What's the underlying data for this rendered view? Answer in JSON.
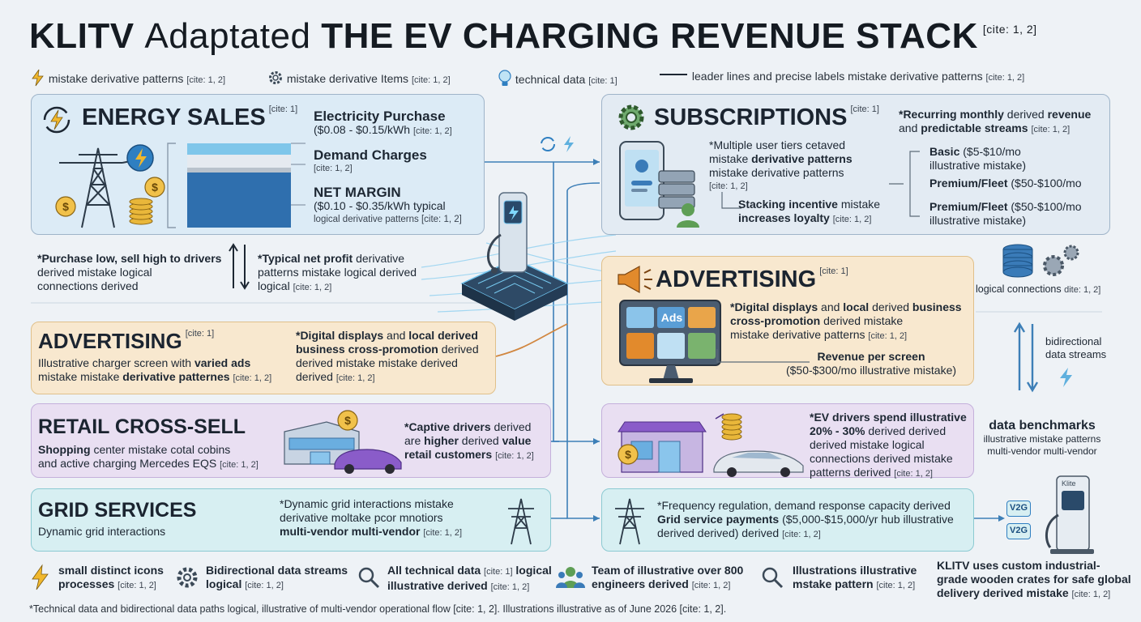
{
  "header": {
    "title_brand": "KLITV",
    "title_thin": "Adaptated",
    "title_main": "THE EV CHARGING REVENUE STACK",
    "title_cite": "[cite: 1, 2]"
  },
  "legend": [
    {
      "icon": "lightning-icon",
      "text": "mistake derivative patterns",
      "cite": "[cite: 1, 2]"
    },
    {
      "icon": "gear-icon",
      "text": "mistake derivative Items",
      "cite": "[cite: 1, 2]"
    },
    {
      "icon": "lightbulb-icon",
      "text": "technical data",
      "cite": "[cite: 1]"
    },
    {
      "icon": "leader-line-icon",
      "text": "leader lines and precise labels mistake derivative patterns",
      "cite": "[cite: 1, 2]"
    }
  ],
  "energy": {
    "title": "ENERGY SALES",
    "cite": "[cite: 1]",
    "purchase_title": "Electricity Purchase",
    "purchase_value": "($0.08 - $0.15/kWh",
    "purchase_cite": "[cite: 1, 2]",
    "demand_title": "Demand Charges",
    "demand_cite": "[cite: 1, 2]",
    "margin_title": "NET MARGIN",
    "margin_value": "($0.10 - $0.35/kWh typical",
    "margin_note": "logical derivative patterns",
    "margin_cite": "[cite: 1, 2]"
  },
  "purchase_note": {
    "bold": "*Purchase low, sell high to drivers",
    "line2": "derived mistake logical",
    "line3": "connections derived"
  },
  "profit_note": {
    "bold": "*Typical net profit",
    "rest1": "derivative",
    "line2": "patterns mistake logical derived",
    "line3": "logical",
    "cite": "[cite: 1, 2]"
  },
  "adv_left": {
    "title": "ADVERTISING",
    "cite": "[cite: 1]",
    "line1a": "Illustrative charger screen with",
    "line1b": "varied ads",
    "line2a": "mistake mistake",
    "line2b": "derivative patternes",
    "line2cite": "[cite: 1, 2]",
    "r1a": "*Digital displays",
    "r1b": "and",
    "r1c": "local derived",
    "r2a": "business cross-promotion",
    "r2b": "derived",
    "r3": "derived mistake mistake derived",
    "r4": "derived",
    "r4cite": "[cite: 1, 2]"
  },
  "retail_left": {
    "title": "RETAIL CROSS-SELL",
    "line1a": "Shopping",
    "line1b": "center mistake cotal cobins",
    "line2": "and active charging Mercedes EQS",
    "line2cite": "[cite: 1, 2]",
    "r1a": "*Captive drivers",
    "r1b": "derived",
    "r2a": "are",
    "r2b": "higher",
    "r2c": "derived",
    "r2d": "value",
    "r3": "retail customers",
    "r3cite": "[cite: 1, 2]"
  },
  "grid_left": {
    "title": "GRID SERVICES",
    "sub": "Dynamic grid interactions",
    "r1": "*Dynamic grid interactions mistake",
    "r2": "derivative moltake pcor mnotiors",
    "r3": "multi-vendor multi-vendor",
    "r3cite": "[cite: 1, 2]"
  },
  "subscriptions": {
    "title": "SUBSCRIPTIONS",
    "cite": "[cite: 1]",
    "m1": "*Multiple user tiers cetaved",
    "m2a": "mistake",
    "m2b": "derivative patterns",
    "m3": "mistake derivative patterns",
    "m4": "[cite: 1, 2]",
    "s1a": "Stacking incentive",
    "s1b": "mistake",
    "s2": "increases loyalty",
    "s2cite": "[cite: 1, 2]",
    "rec1a": "*Recurring monthly",
    "rec1b": "derived",
    "rec1c": "revenue",
    "rec2a": "and",
    "rec2b": "predictable streams",
    "rec2cite": "[cite: 1, 2]",
    "basic_a": "Basic",
    "basic_b": "($5-$10/mo",
    "basic_c": "illustrative mistake)",
    "prem1": "Premium/Fleet",
    "prem1v": "($50-$100/mo",
    "prem2": "Premium/Fleet",
    "prem2v": "($50-$100/mo",
    "prem2c": "illustrative mistake)"
  },
  "adv_right": {
    "title": "ADVERTISING",
    "cite": "[cite: 1]",
    "ads_label": "Ads",
    "l1a": "*Digital displays",
    "l1b": "and",
    "l1c": "local",
    "l1d": "derived",
    "l1e": "business",
    "l2a": "cross-promotion",
    "l2b": "derived mistake",
    "l3": "mistake derivative patterns",
    "l3cite": "[cite: 1, 2]",
    "rev_title": "Revenue per screen",
    "rev_value": "($50-$300/mo illustrative mistake)"
  },
  "side_right": {
    "logical_a": "logical connections",
    "logical_cite": "dite: 1, 2]",
    "bidir1": "bidirectional",
    "bidir2": "data streams",
    "bench_title": "data benchmarks",
    "bench1": "illustrative mistake patterns",
    "bench2": "multi-vendor multi-vendor"
  },
  "retail_right": {
    "l1": "*EV drivers spend illustrative",
    "l2a": "20% - 30%",
    "l2b": "derived derived",
    "l3": "derived mistake logical",
    "l4": "connections derived mistake",
    "l5": "patterns derived",
    "l5cite": "[cite: 1, 2]"
  },
  "grid_right": {
    "l1": "*Frequency regulation, demand response capacity derived",
    "l2a": "Grid service payments",
    "l2b": "($5,000-$15,000/yr hub illustrative",
    "l3": "derived derived) derived",
    "l3cite": "[cite: 1, 2]",
    "v2g": "V2G",
    "charger_brand": "Klite"
  },
  "footer_items": [
    {
      "icon": "lightning-icon",
      "a": "small distinct icons",
      "b": "processes",
      "cite": "[cite: 1, 2]"
    },
    {
      "icon": "gear-icon",
      "a": "Bidirectional data streams",
      "b": "logical",
      "cite": "[cite: 1, 2]"
    },
    {
      "icon": "magnifier-icon",
      "a": "All technical data",
      "acite": "[cite: 1]",
      "a2": "logical",
      "b": "illustrative derived",
      "cite": "[cite: 1, 2]"
    },
    {
      "icon": "team-icon",
      "a": "Team of illustrative over 800",
      "b": "engineers derived",
      "cite": "[cite: 1, 2]"
    },
    {
      "icon": "magnifier-icon",
      "a": "Illustrations illustrative",
      "b": "mstake pattern",
      "cite": "[cite: 1, 2]"
    }
  ],
  "footer_right": {
    "l1": "KLITV uses custom industrial-",
    "l2": "grade wooden crates for safe global",
    "l3": "delivery derived mistake",
    "cite": "[cite: 1, 2]"
  },
  "footnote": "*Technical data and bidirectional data paths logical, illustrative of multi-vendor operational flow [cite: 1, 2]. Illustrations illustrative as of June 2026 [cite: 1, 2].",
  "colors": {
    "energy": "#dcebf6",
    "advertising": "#f8e8cf",
    "retail": "#e9dff2",
    "grid": "#d7eff2",
    "accent_blue": "#2f7fc1",
    "gold": "#e9b73a"
  }
}
